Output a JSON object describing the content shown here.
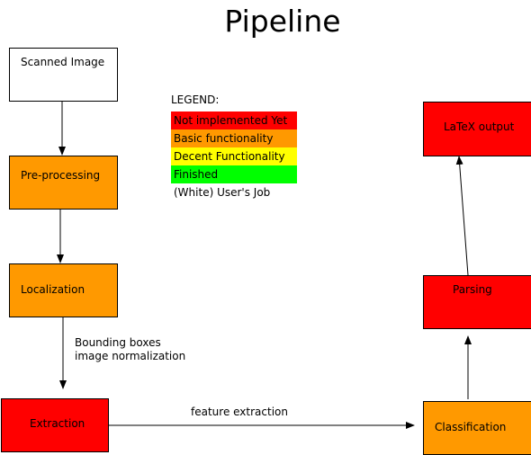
{
  "title": "Pipeline",
  "colors": {
    "red": "#ff0000",
    "orange": "#ff9900",
    "yellow": "#ffff00",
    "green": "#00ff00",
    "white": "#ffffff"
  },
  "nodes": {
    "scanned_image": {
      "label": "Scanned Image",
      "status": "white"
    },
    "preprocessing": {
      "label": "Pre-processing",
      "status": "orange"
    },
    "localization": {
      "label": "Localization",
      "status": "orange"
    },
    "extraction": {
      "label": "Extraction",
      "status": "red"
    },
    "classification": {
      "label": "Classification",
      "status": "orange"
    },
    "parsing": {
      "label": "Parsing",
      "status": "red"
    },
    "latex_output": {
      "label": "LaTeX output",
      "status": "red"
    }
  },
  "edge_labels": {
    "localization_to_extraction": [
      "Bounding boxes",
      "image normalization"
    ],
    "extraction_to_classification": "feature extraction"
  },
  "legend": {
    "heading": "LEGEND:",
    "items": [
      {
        "label": "Not implemented Yet",
        "color": "#ff0000"
      },
      {
        "label": "Basic functionality",
        "color": "#ff9900"
      },
      {
        "label": "Decent Functionality",
        "color": "#ffff00"
      },
      {
        "label": "Finished",
        "color": "#00ff00"
      },
      {
        "label": "(White) User's Job",
        "color": "#ffffff"
      }
    ]
  }
}
